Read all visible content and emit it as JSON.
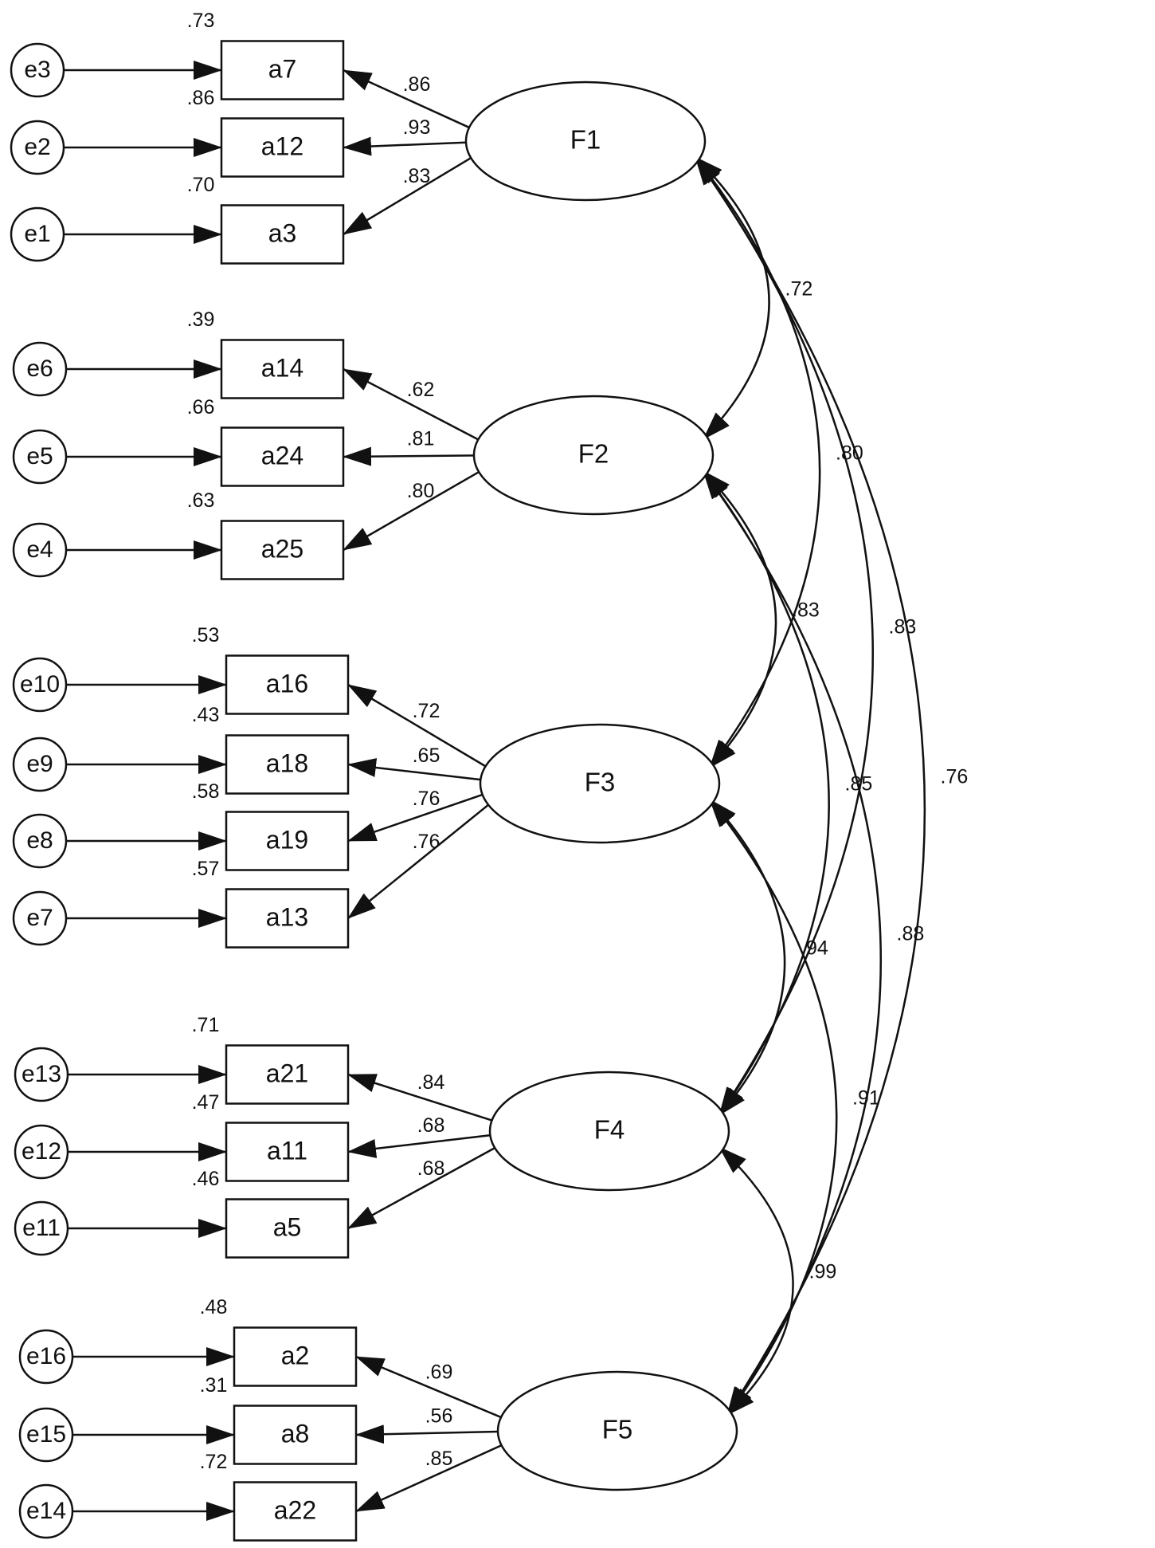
{
  "factors": [
    {
      "name": "F1",
      "indicators": [
        {
          "name": "a7",
          "error": "e3",
          "loading": ".86",
          "r2": ".73"
        },
        {
          "name": "a12",
          "error": "e2",
          "loading": ".93",
          "r2": ".86"
        },
        {
          "name": "a3",
          "error": "e1",
          "loading": ".83",
          "r2": ".70"
        }
      ]
    },
    {
      "name": "F2",
      "indicators": [
        {
          "name": "a14",
          "error": "e6",
          "loading": ".62",
          "r2": ".39"
        },
        {
          "name": "a24",
          "error": "e5",
          "loading": ".81",
          "r2": ".66"
        },
        {
          "name": "a25",
          "error": "e4",
          "loading": ".80",
          "r2": ".63"
        }
      ]
    },
    {
      "name": "F3",
      "indicators": [
        {
          "name": "a16",
          "error": "e10",
          "loading": ".72",
          "r2": ".53"
        },
        {
          "name": "a18",
          "error": "e9",
          "loading": ".65",
          "r2": ".43"
        },
        {
          "name": "a19",
          "error": "e8",
          "loading": ".76",
          "r2": ".58"
        },
        {
          "name": "a13",
          "error": "e7",
          "loading": ".76",
          "r2": ".57"
        }
      ]
    },
    {
      "name": "F4",
      "indicators": [
        {
          "name": "a21",
          "error": "e13",
          "loading": ".84",
          "r2": ".71"
        },
        {
          "name": "a11",
          "error": "e12",
          "loading": ".68",
          "r2": ".47"
        },
        {
          "name": "a5",
          "error": "e11",
          "loading": ".68",
          "r2": ".46"
        }
      ]
    },
    {
      "name": "F5",
      "indicators": [
        {
          "name": "a2",
          "error": "e16",
          "loading": ".69",
          "r2": ".48"
        },
        {
          "name": "a8",
          "error": "e15",
          "loading": ".56",
          "r2": ".31"
        },
        {
          "name": "a22",
          "error": "e14",
          "loading": ".85",
          "r2": ".72"
        }
      ]
    }
  ],
  "covariances": [
    {
      "from": "F1",
      "to": "F2",
      "value": ".72"
    },
    {
      "from": "F1",
      "to": "F3",
      "value": ".80"
    },
    {
      "from": "F1",
      "to": "F4",
      "value": ".83"
    },
    {
      "from": "F1",
      "to": "F5",
      "value": ".76"
    },
    {
      "from": "F2",
      "to": "F3",
      "value": ".83"
    },
    {
      "from": "F2",
      "to": "F4",
      "value": ".85"
    },
    {
      "from": "F2",
      "to": "F5",
      "value": ".88"
    },
    {
      "from": "F3",
      "to": "F4",
      "value": ".94"
    },
    {
      "from": "F3",
      "to": "F5",
      "value": ".91"
    },
    {
      "from": "F4",
      "to": "F5",
      "value": ".99"
    }
  ]
}
